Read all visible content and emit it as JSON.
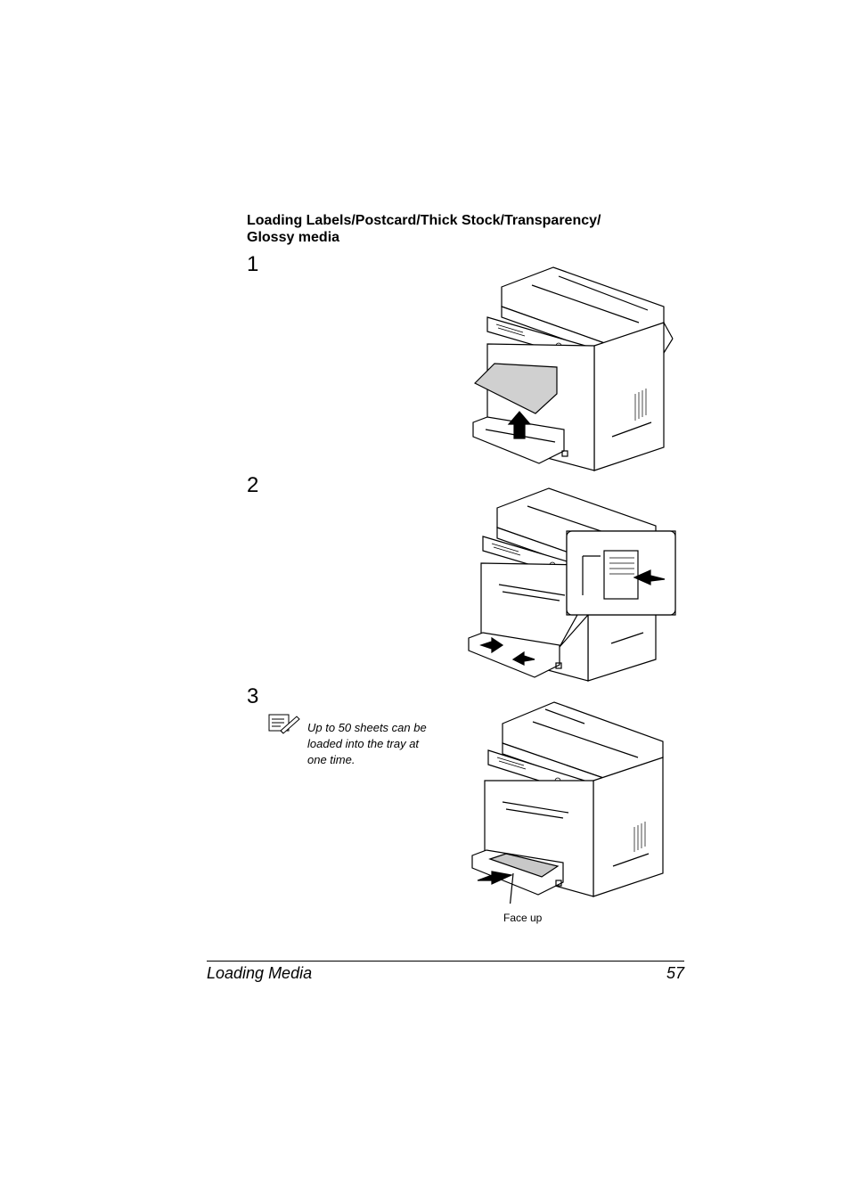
{
  "section": {
    "title_line1": "Loading Labels/Postcard/Thick Stock/Transparency/",
    "title_line2": "Glossy media"
  },
  "steps": [
    {
      "number": "1"
    },
    {
      "number": "2"
    },
    {
      "number": "3"
    }
  ],
  "note": {
    "icon": "note-pencil-icon",
    "text_line1": "Up to 50 sheets can be",
    "text_line2": "loaded into the tray at",
    "text_line3": "one time."
  },
  "figure3": {
    "caption": "Face up"
  },
  "footer": {
    "chapter": "Loading Media",
    "page_number": "57"
  }
}
